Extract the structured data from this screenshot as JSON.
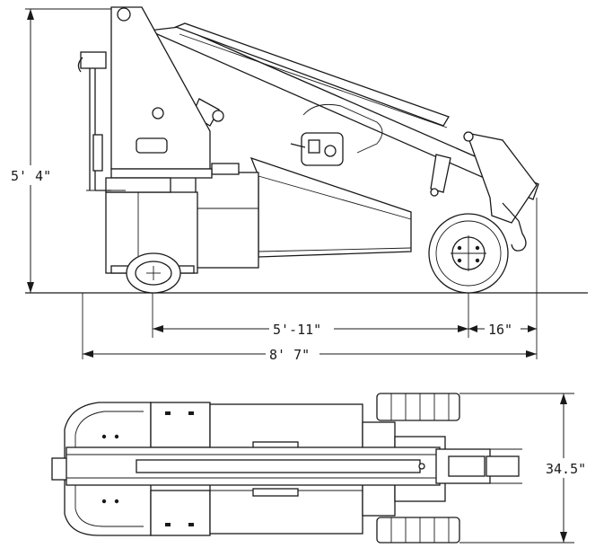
{
  "drawing": {
    "side_view": {
      "dimensions": {
        "height": "5' 4\"",
        "wheelbase": "5'-11\"",
        "rear_overhang": "16\"",
        "overall_length": "8' 7\""
      }
    },
    "top_view": {
      "dimensions": {
        "width": "34.5\""
      }
    }
  }
}
